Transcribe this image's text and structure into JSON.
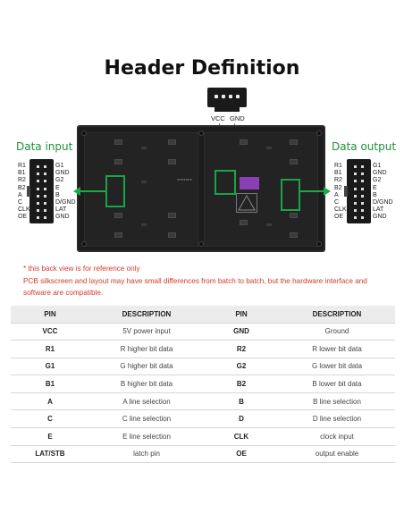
{
  "title": "Header Definition",
  "power": {
    "labels": [
      "VCC",
      "GND"
    ]
  },
  "data_input": {
    "label": "Data input",
    "left_pins": [
      "R1",
      "B1",
      "R2",
      "B2",
      "A",
      "C",
      "CLK",
      "OE"
    ],
    "right_pins": [
      "G1",
      "GND",
      "G2",
      "E",
      "B",
      "D/GND",
      "LAT",
      "GND"
    ]
  },
  "data_output": {
    "label": "Data output",
    "left_pins": [
      "R1",
      "B1",
      "R2",
      "B2",
      "A",
      "C",
      "CLK",
      "OE"
    ],
    "right_pins": [
      "G1",
      "GND",
      "G2",
      "E",
      "B",
      "D/GND",
      "LAT",
      "GND"
    ]
  },
  "notes": [
    "* this back view is for reference only",
    "PCB silkscreen and layout may have small differences from batch to batch, but the hardware interface and",
    "software are compatible."
  ],
  "colors": {
    "accent_green": "#1fa84a",
    "note_red": "#d33a2c",
    "header_bg": "#ececec"
  },
  "table": {
    "headers": [
      "PIN",
      "DESCRIPTION",
      "PIN",
      "DESCRIPTION"
    ],
    "rows": [
      [
        "VCC",
        "5V power input",
        "GND",
        "Ground"
      ],
      [
        "R1",
        "R higher bit data",
        "R2",
        "R lower bit data"
      ],
      [
        "G1",
        "G higher bit data",
        "G2",
        "G lower bit data"
      ],
      [
        "B1",
        "B higher bit data",
        "B2",
        "B lower bit data"
      ],
      [
        "A",
        "A line selection",
        "B",
        "B line selection"
      ],
      [
        "C",
        "C line selection",
        "D",
        "D line selection"
      ],
      [
        "E",
        "E line selection",
        "CLK",
        "clock input"
      ],
      [
        "LAT/STB",
        "latch pin",
        "OE",
        "output enable"
      ]
    ]
  }
}
